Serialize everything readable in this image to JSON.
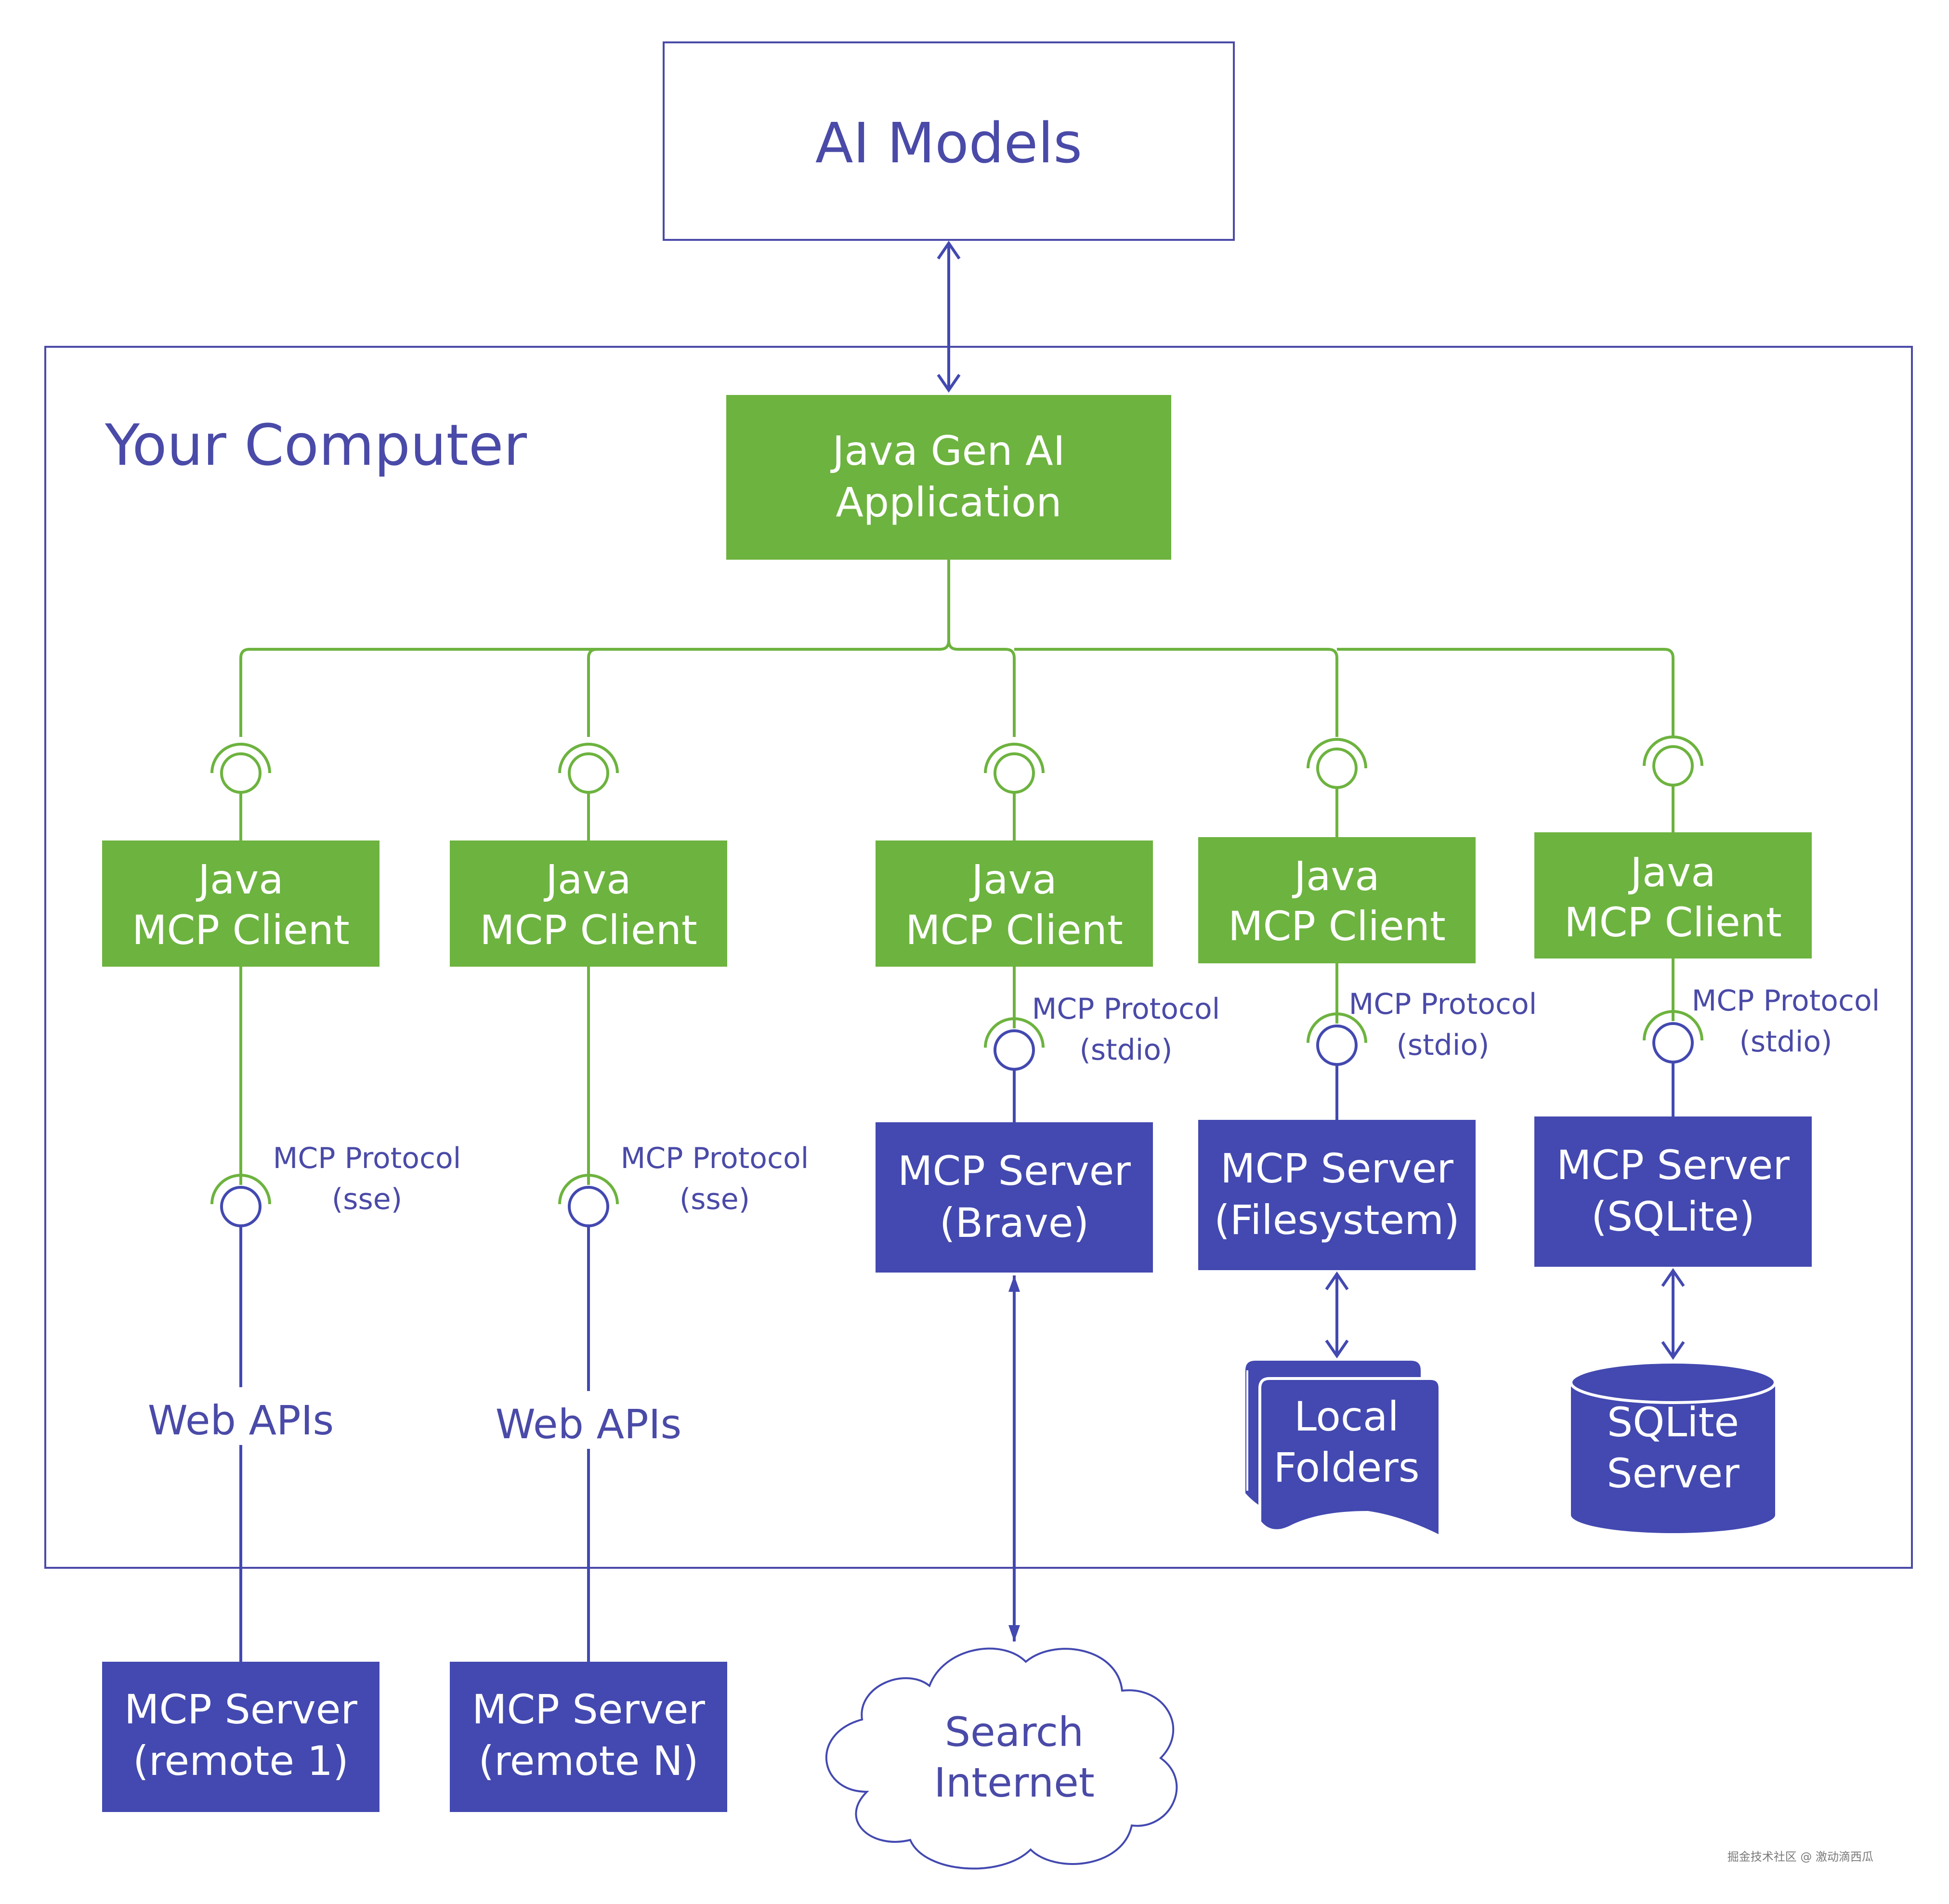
{
  "colors": {
    "green": "#6db33f",
    "blue": "#4349b0",
    "text_blue": "#4a4aa8",
    "border": "#4a4aa8",
    "white": "#ffffff"
  },
  "ai_models": {
    "label": "AI Models"
  },
  "region": {
    "label": "Your Computer"
  },
  "application": {
    "lines": [
      "Java Gen AI",
      "Application"
    ]
  },
  "clients": [
    {
      "lines": [
        "Java",
        "MCP Client"
      ]
    },
    {
      "lines": [
        "Java",
        "MCP Client"
      ]
    },
    {
      "lines": [
        "Java",
        "MCP Client"
      ]
    },
    {
      "lines": [
        "Java",
        "MCP Client"
      ]
    },
    {
      "lines": [
        "Java",
        "MCP Client"
      ]
    }
  ],
  "protocols": [
    {
      "lines": [
        "MCP Protocol",
        "(sse)"
      ]
    },
    {
      "lines": [
        "MCP Protocol",
        "(sse)"
      ]
    },
    {
      "lines": [
        "MCP Protocol",
        "(stdio)"
      ]
    },
    {
      "lines": [
        "MCP Protocol",
        "(stdio)"
      ]
    },
    {
      "lines": [
        "MCP Protocol",
        "(stdio)"
      ]
    }
  ],
  "web_apis": [
    {
      "label": "Web APIs"
    },
    {
      "label": "Web APIs"
    }
  ],
  "local_servers": [
    {
      "lines": [
        "MCP Server",
        "(Brave)"
      ]
    },
    {
      "lines": [
        "MCP Server",
        "(Filesystem)"
      ]
    },
    {
      "lines": [
        "MCP Server",
        "(SQLite)"
      ]
    }
  ],
  "remote_servers": [
    {
      "lines": [
        "MCP Server",
        "(remote 1)"
      ]
    },
    {
      "lines": [
        "MCP Server",
        "(remote N)"
      ]
    }
  ],
  "local_folders": {
    "lines": [
      "Local",
      "Folders"
    ]
  },
  "sqlite_db": {
    "lines": [
      "SQLite",
      "Server"
    ]
  },
  "search_internet": {
    "lines": [
      "Search",
      "Internet"
    ]
  },
  "watermark": {
    "label": "掘金技术社区 @ 激动滴西瓜"
  }
}
